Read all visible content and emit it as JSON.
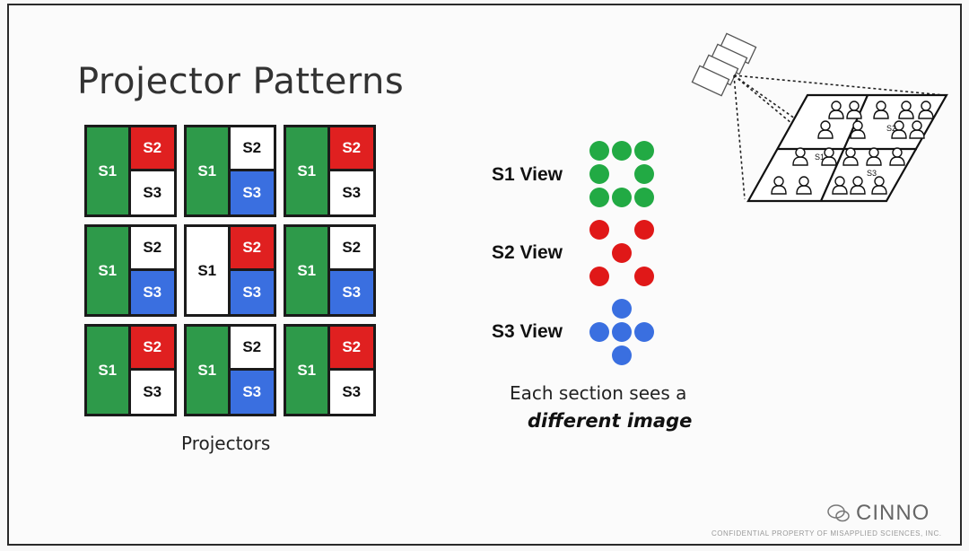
{
  "title": "Projector Patterns",
  "projectors_caption": "Projectors",
  "grid": [
    {
      "left": {
        "text": "S1",
        "color": "#2e9a4a"
      },
      "tr": {
        "text": "S2",
        "color": "#e02020"
      },
      "br": {
        "text": "S3",
        "color": "#ffffff"
      }
    },
    {
      "left": {
        "text": "S1",
        "color": "#2e9a4a"
      },
      "tr": {
        "text": "S2",
        "color": "#ffffff"
      },
      "br": {
        "text": "S3",
        "color": "#3a6fe0"
      }
    },
    {
      "left": {
        "text": "S1",
        "color": "#2e9a4a"
      },
      "tr": {
        "text": "S2",
        "color": "#e02020"
      },
      "br": {
        "text": "S3",
        "color": "#ffffff"
      }
    },
    {
      "left": {
        "text": "S1",
        "color": "#2e9a4a"
      },
      "tr": {
        "text": "S2",
        "color": "#ffffff"
      },
      "br": {
        "text": "S3",
        "color": "#3a6fe0"
      }
    },
    {
      "left": {
        "text": "S1",
        "color": "#ffffff"
      },
      "tr": {
        "text": "S2",
        "color": "#e02020"
      },
      "br": {
        "text": "S3",
        "color": "#3a6fe0"
      }
    },
    {
      "left": {
        "text": "S1",
        "color": "#2e9a4a"
      },
      "tr": {
        "text": "S2",
        "color": "#ffffff"
      },
      "br": {
        "text": "S3",
        "color": "#3a6fe0"
      }
    },
    {
      "left": {
        "text": "S1",
        "color": "#2e9a4a"
      },
      "tr": {
        "text": "S2",
        "color": "#e02020"
      },
      "br": {
        "text": "S3",
        "color": "#ffffff"
      }
    },
    {
      "left": {
        "text": "S1",
        "color": "#2e9a4a"
      },
      "tr": {
        "text": "S2",
        "color": "#ffffff"
      },
      "br": {
        "text": "S3",
        "color": "#3a6fe0"
      }
    },
    {
      "left": {
        "text": "S1",
        "color": "#2e9a4a"
      },
      "tr": {
        "text": "S2",
        "color": "#e02020"
      },
      "br": {
        "text": "S3",
        "color": "#ffffff"
      }
    }
  ],
  "views": [
    {
      "label": "S1 View",
      "color": "#22aa44",
      "pattern": "ring"
    },
    {
      "label": "S2 View",
      "color": "#e01818",
      "pattern": "x"
    },
    {
      "label": "S3 View",
      "color": "#3a6fe0",
      "pattern": "plus"
    }
  ],
  "note": {
    "line1": "Each section sees a",
    "line2": "different image"
  },
  "scene_labels": {
    "s1": "S1",
    "s2": "S2",
    "s3": "S3"
  },
  "brand": "CINNO",
  "footer": "CONFIDENTIAL PROPERTY OF MISAPPLIED SCIENCES, INC."
}
